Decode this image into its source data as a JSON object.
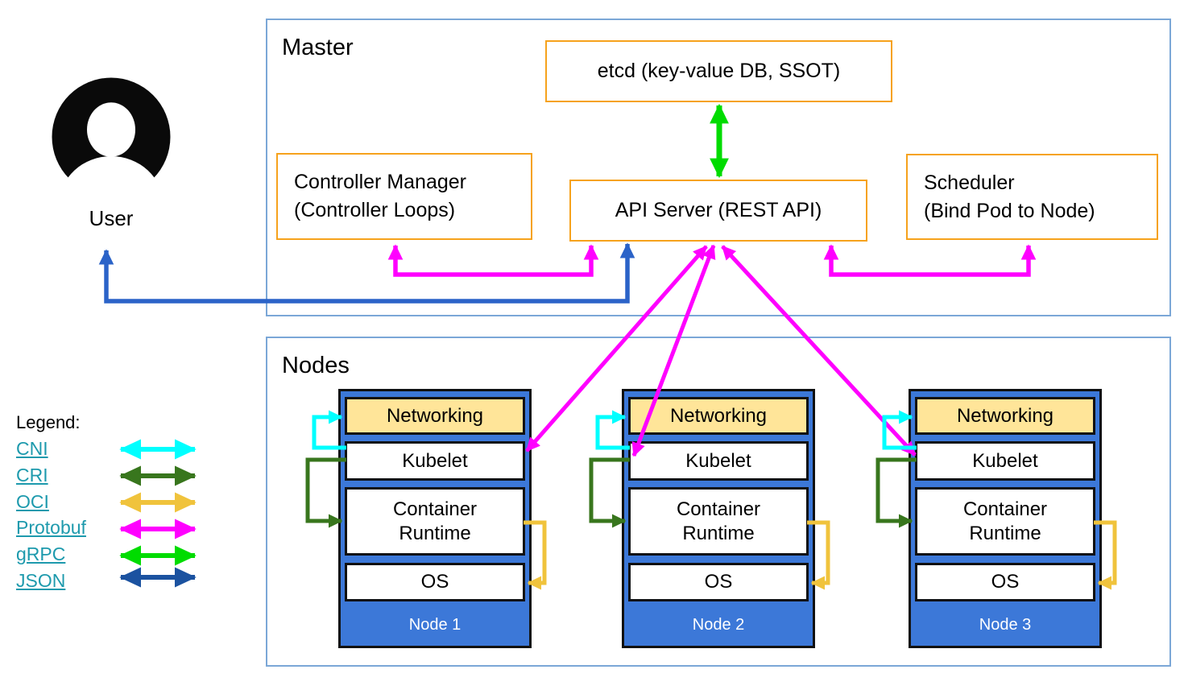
{
  "colors": {
    "cni": "#00ffff",
    "cri": "#38761d",
    "oci": "#f0c33c",
    "protobuf": "#ff00ff",
    "grpc": "#00dc00",
    "json": "#1b52a0",
    "json_line": "#2b63c8",
    "box_border_orange": "#f6a21c",
    "section_border_blue": "#7ba7d7",
    "node_blue": "#3c78d8",
    "networking_yellow": "#ffe599",
    "link_teal": "#1e9aad"
  },
  "master": {
    "title": "Master",
    "etcd_label": "etcd (key-value DB, SSOT)",
    "api_server_label": "API Server (REST API)",
    "controller_manager": {
      "line1": "Controller Manager",
      "line2": "(Controller Loops)"
    },
    "scheduler": {
      "line1": "Scheduler",
      "line2": "(Bind Pod to Node)"
    }
  },
  "user": {
    "label": "User"
  },
  "nodes_section": {
    "title": "Nodes",
    "nodes": [
      {
        "label": "Node 1",
        "layers": {
          "networking": "Networking",
          "kubelet": "Kubelet",
          "runtime": "Container Runtime",
          "os": "OS"
        }
      },
      {
        "label": "Node 2",
        "layers": {
          "networking": "Networking",
          "kubelet": "Kubelet",
          "runtime": "Container Runtime",
          "os": "OS"
        }
      },
      {
        "label": "Node 3",
        "layers": {
          "networking": "Networking",
          "kubelet": "Kubelet",
          "runtime": "Container Runtime",
          "os": "OS"
        }
      }
    ]
  },
  "legend": {
    "title": "Legend:",
    "items": [
      {
        "label": "CNI",
        "protocol_color": "#00ffff"
      },
      {
        "label": "CRI",
        "protocol_color": "#38761d"
      },
      {
        "label": "OCI",
        "protocol_color": "#f0c33c"
      },
      {
        "label": "Protobuf",
        "protocol_color": "#ff00ff"
      },
      {
        "label": "gRPC",
        "protocol_color": "#00dc00"
      },
      {
        "label": "JSON",
        "protocol_color": "#1b52a0"
      }
    ]
  }
}
